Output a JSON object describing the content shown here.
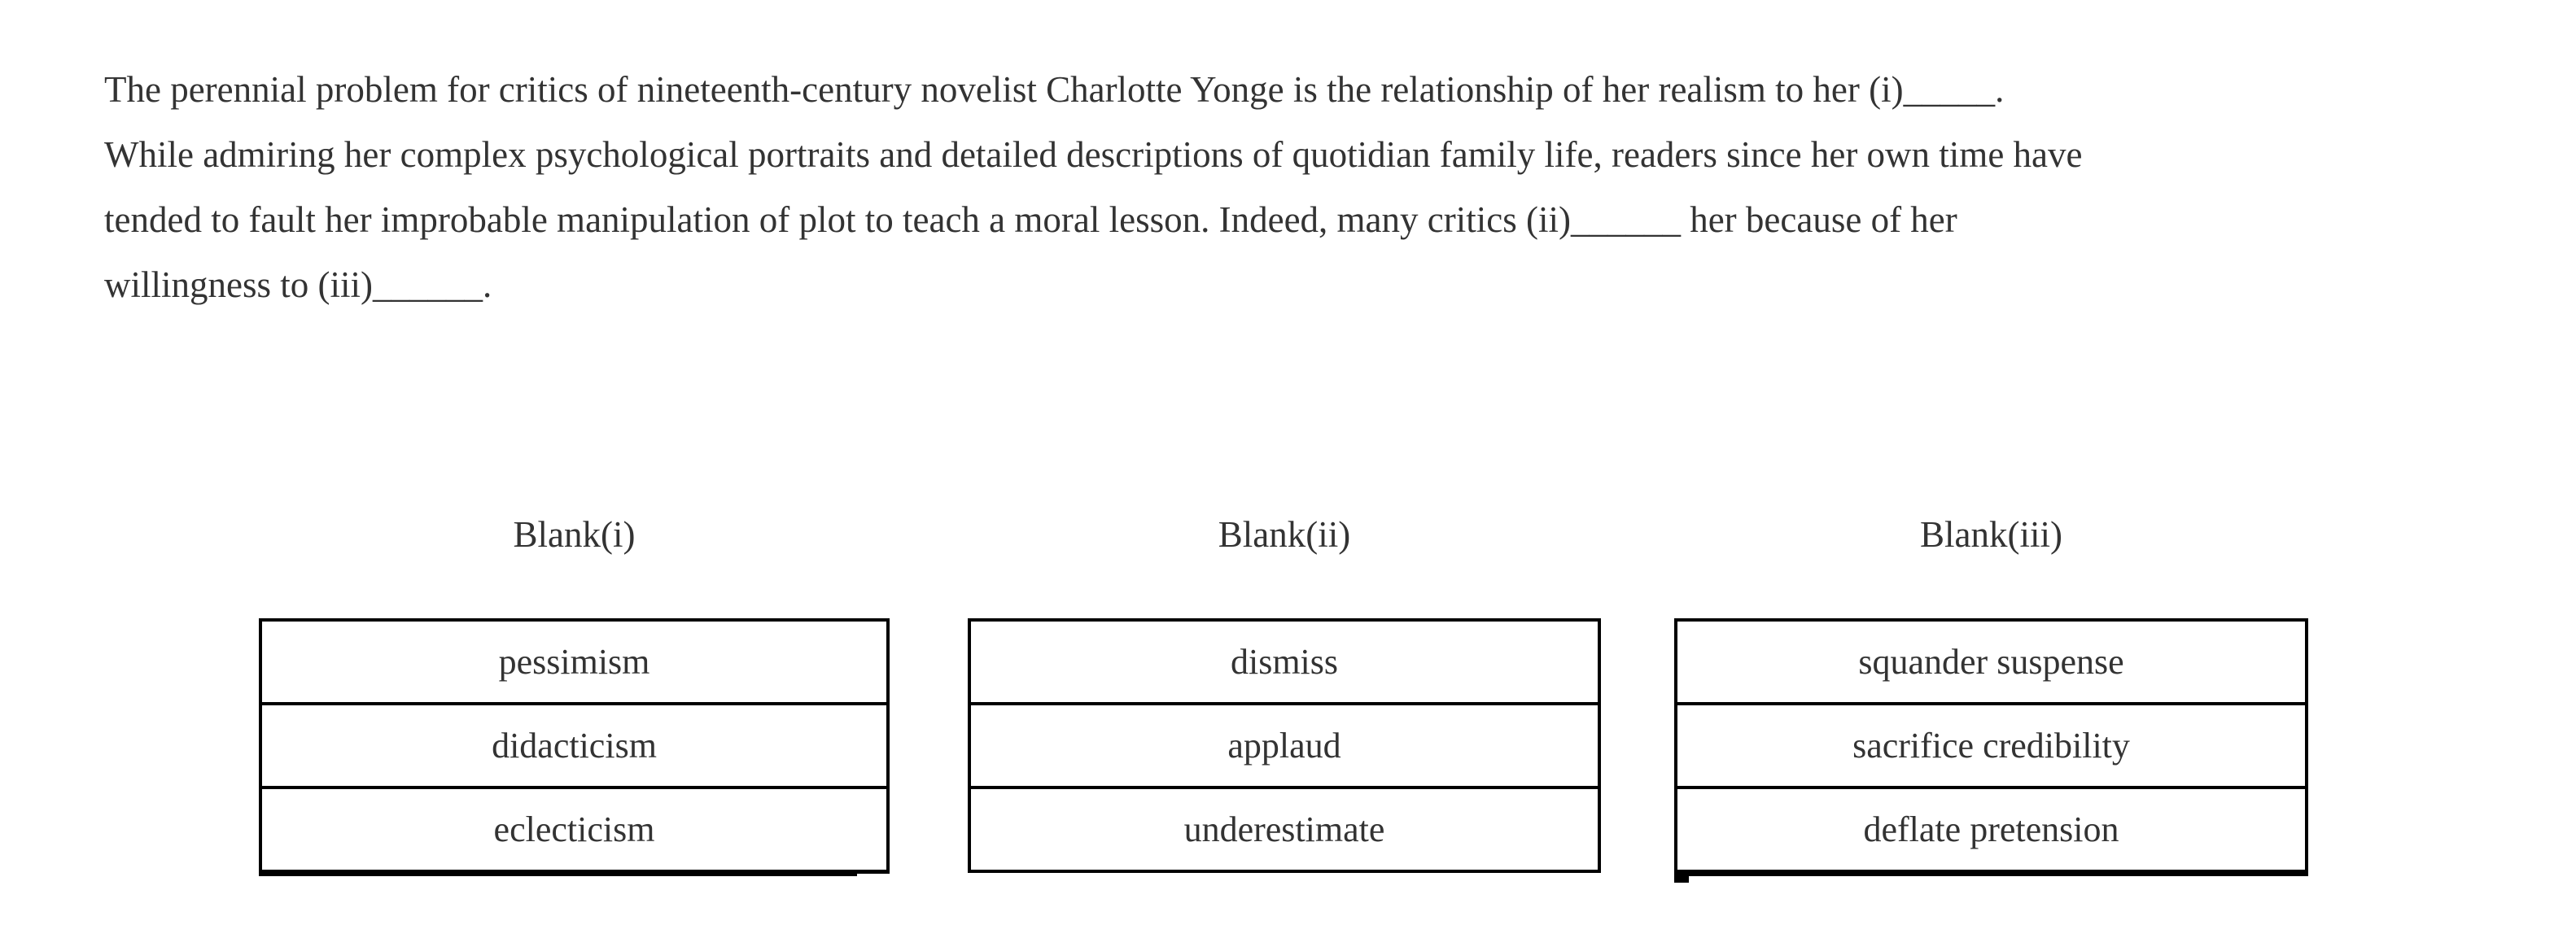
{
  "passage": {
    "lines": [
      "The perennial problem for critics of nineteenth-century novelist Charlotte Yonge is the relationship of her realism to her (i)_____.",
      "While admiring her complex psychological portraits and detailed descriptions of quotidian family life, readers since her own time have",
      "tended to fault her improbable manipulation of plot to teach a moral lesson. Indeed, many critics (ii)______ her because of her",
      "willingness to (iii)______."
    ]
  },
  "columns": [
    {
      "header": "Blank(i)",
      "options": [
        "pessimism",
        "didacticism",
        "eclecticism"
      ]
    },
    {
      "header": "Blank(ii)",
      "options": [
        "dismiss",
        "applaud",
        "underestimate"
      ]
    },
    {
      "header": "Blank(iii)",
      "options": [
        "squander suspense",
        "sacrifice credibility",
        "deflate pretension"
      ]
    }
  ],
  "colors": {
    "background": "#ffffff",
    "text": "#333333",
    "table_border": "#000000"
  }
}
